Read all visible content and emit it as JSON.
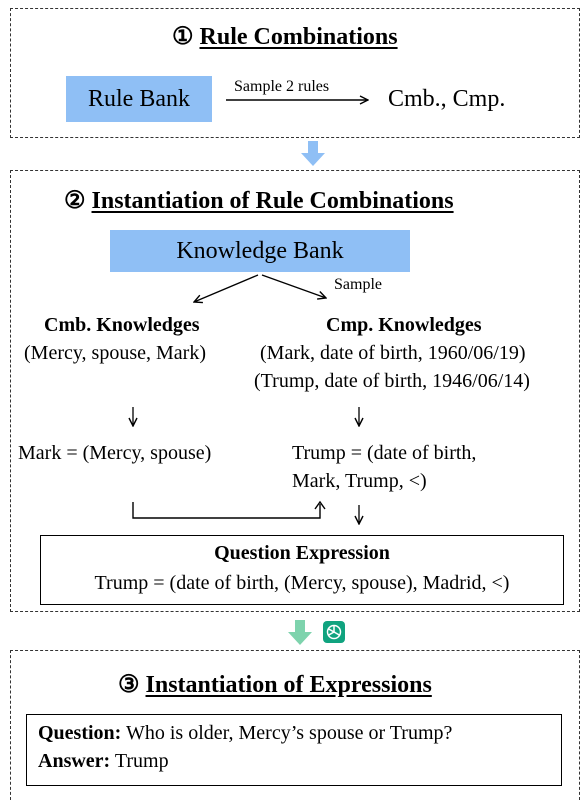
{
  "section1": {
    "number": "①",
    "title": "Rule Combinations",
    "rule_bank": "Rule Bank",
    "arrow_label": "Sample 2 rules",
    "output": "Cmb., Cmp."
  },
  "section2": {
    "number": "②",
    "title": "Instantiation of Rule Combinations",
    "knowledge_bank": "Knowledge Bank",
    "sample_label": "Sample",
    "cmb": {
      "heading": "Cmb. Knowledges",
      "triple": "(Mercy, spouse, Mark)",
      "expression": "Mark = (Mercy, spouse)"
    },
    "cmp": {
      "heading": "Cmp. Knowledges",
      "triple1": "(Mark, date of birth, 1960/06/19)",
      "triple2": "(Trump, date of birth, 1946/06/14)",
      "expression_line1": "Trump = (date of birth,",
      "expression_line2": "Mark, Trump, <)"
    },
    "question_expression": {
      "heading": "Question Expression",
      "text": "Trump = (date of birth, (Mercy, spouse), Madrid, <)"
    }
  },
  "section3": {
    "number": "③",
    "title": "Instantiation of Expressions",
    "question_label": "Question:",
    "question_text": " Who is older, Mercy’s spouse or Trump?",
    "answer_label": "Answer:",
    "answer_text": " Trump"
  },
  "colors": {
    "box_blue": "#8fbff5",
    "flow_arrow_blue": "#8fbff5",
    "flow_arrow_green": "#7ed3ad",
    "gpt_icon_green": "#10a37f"
  },
  "icons": {
    "flow_arrow": "down-arrow-icon",
    "gpt": "chatgpt-logo-icon"
  }
}
